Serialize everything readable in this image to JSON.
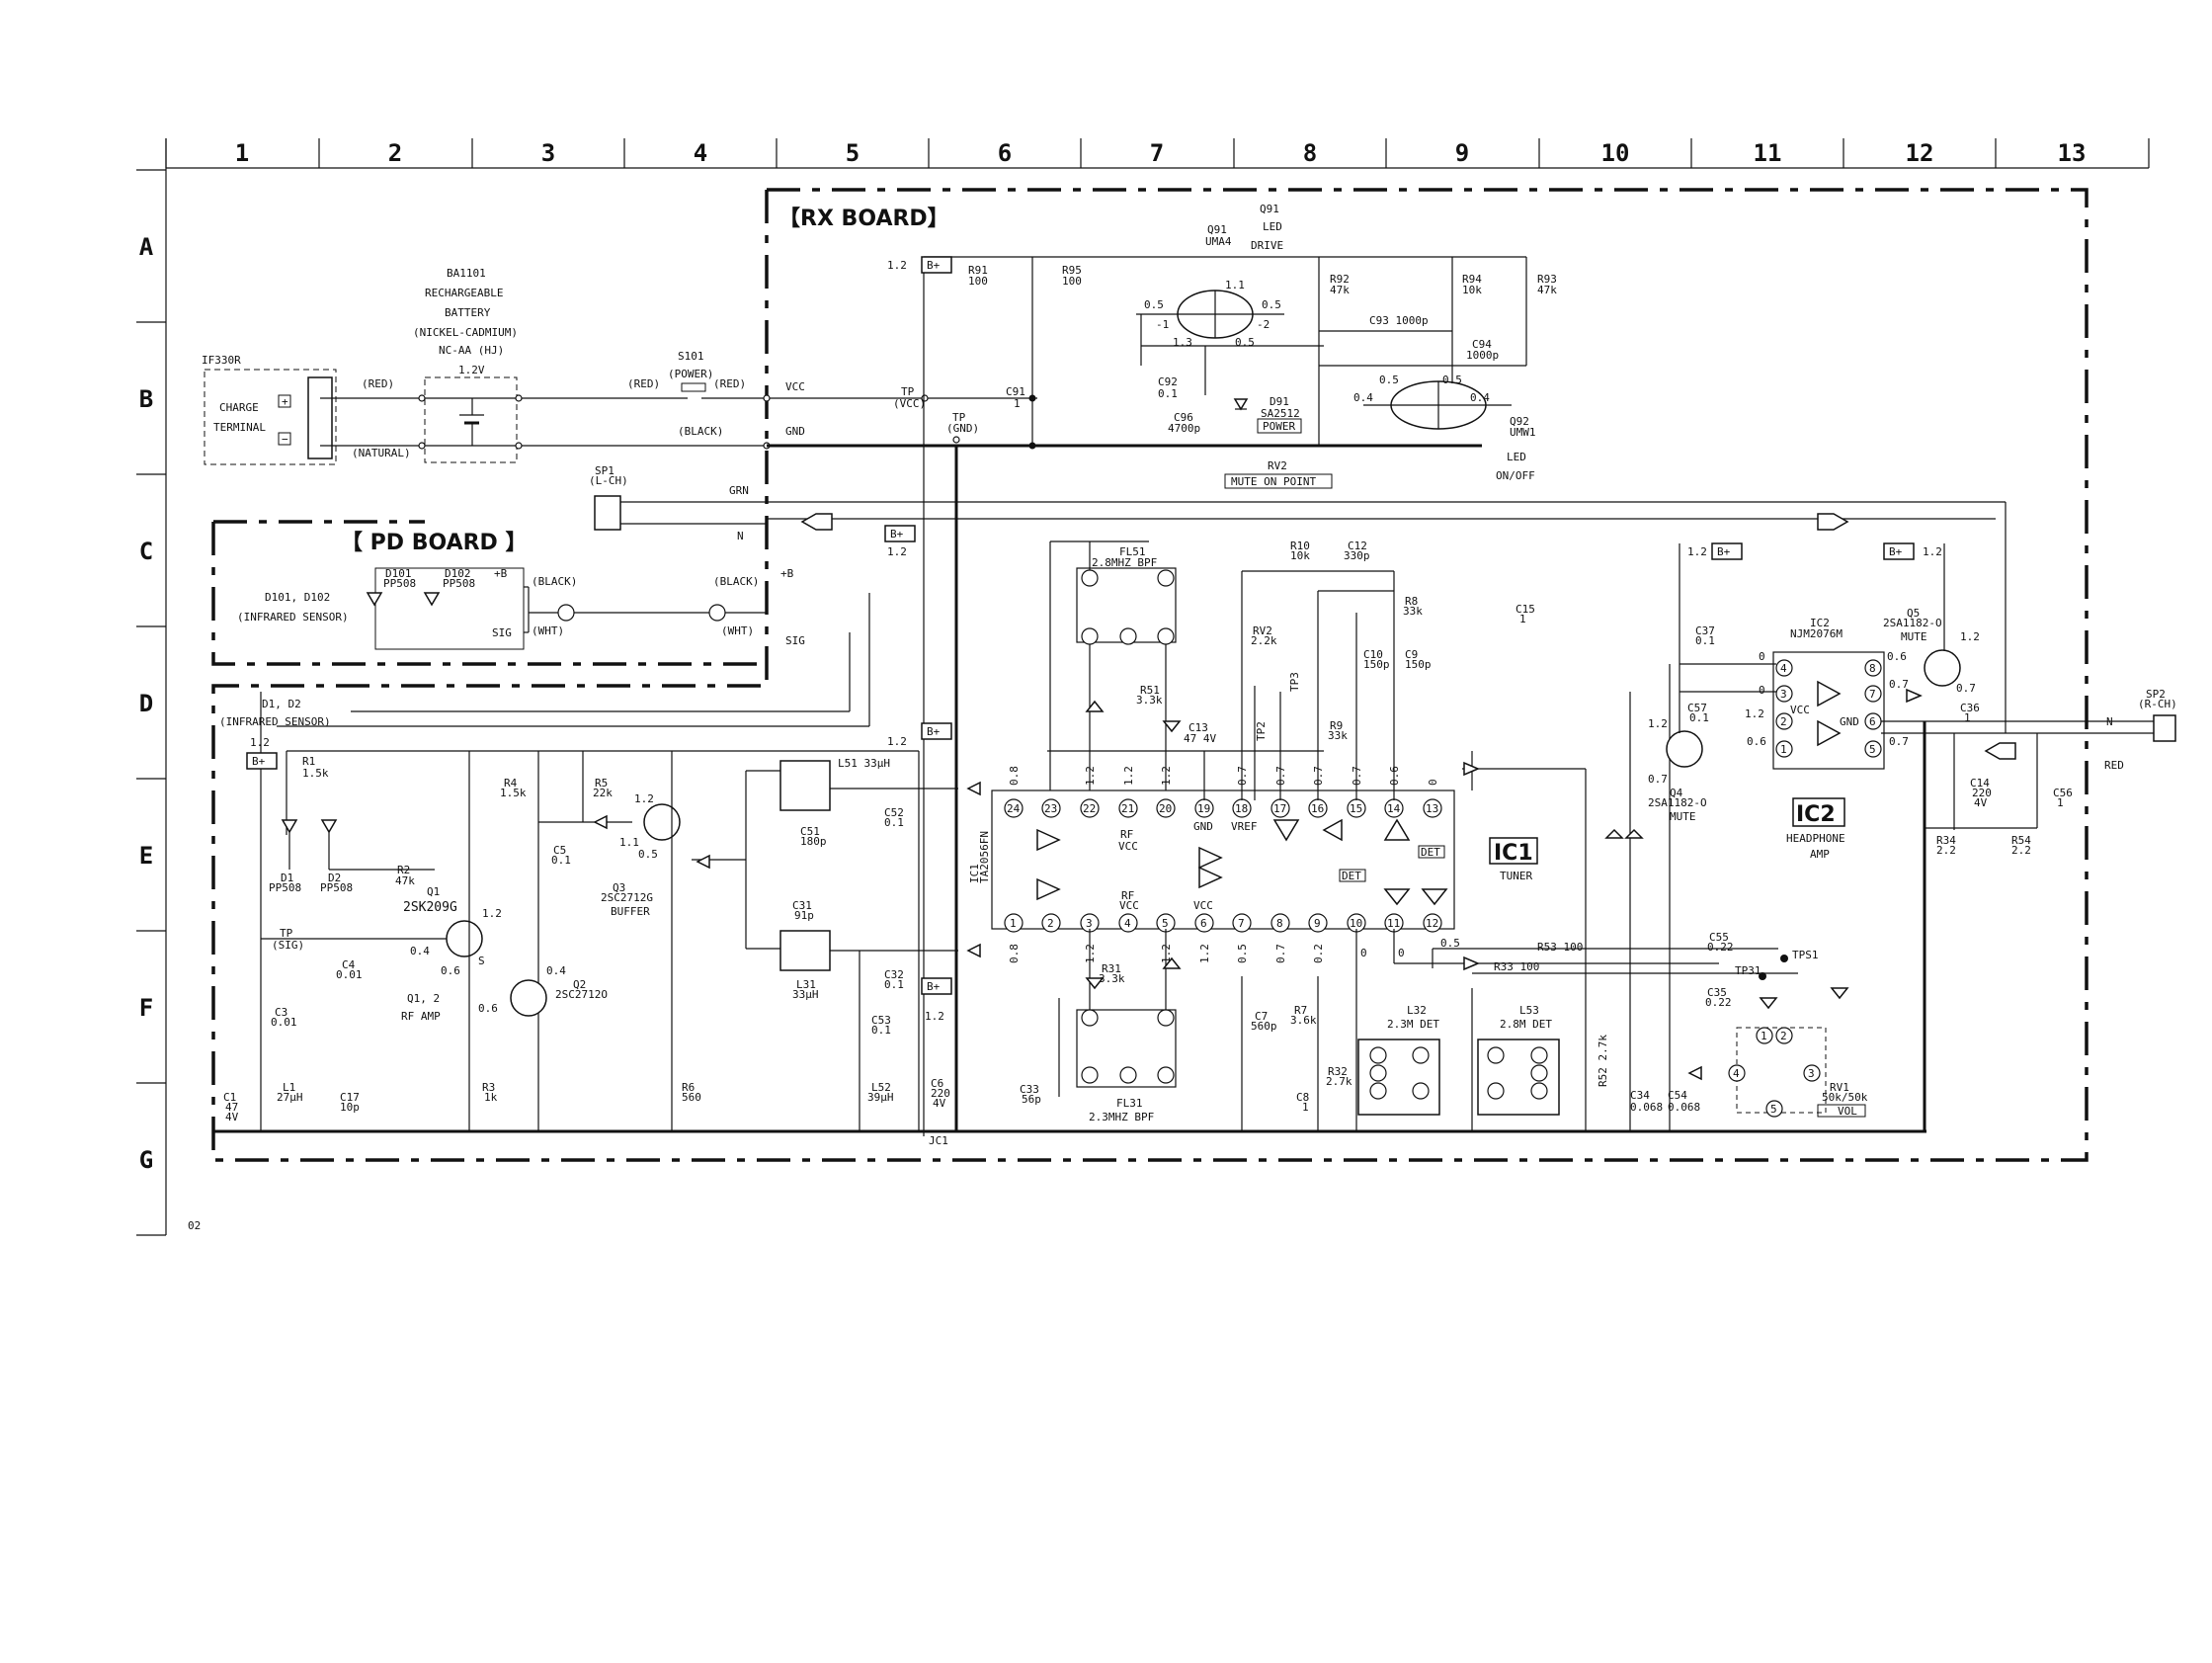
{
  "grid": {
    "columns": [
      "1",
      "2",
      "3",
      "4",
      "5",
      "6",
      "7",
      "8",
      "9",
      "10",
      "11",
      "12",
      "13"
    ],
    "rows": [
      "A",
      "B",
      "C",
      "D",
      "E",
      "F",
      "G"
    ],
    "page_code": "02"
  },
  "boards": {
    "rx_board": "【RX  BOARD】",
    "pd_board": "【 PD BOARD 】"
  },
  "battery": {
    "ref": "BA1101",
    "lines": [
      "RECHARGEABLE",
      "BATTERY",
      "(NICKEL-CADMIUM)",
      "NC-AA (HJ)"
    ],
    "voltage": "1.2V"
  },
  "charge_terminal": {
    "ref": "IF330R",
    "line1": "CHARGE",
    "line2": "TERMINAL",
    "plus": "+",
    "minus": "−"
  },
  "wires": {
    "red": "(RED)",
    "natural": "(NATURAL)",
    "black": "(BLACK)",
    "wht": "(WHT)",
    "vcc": "VCC",
    "gnd": "GND",
    "grn": "GRN",
    "n": "N",
    "plus_b": "+B",
    "sig": "SIG",
    "red_plain": "RED"
  },
  "switch": {
    "ref": "S101",
    "name": "(POWER)"
  },
  "test_points": {
    "tp_vcc": [
      "TP",
      "(VCC)"
    ],
    "tp_gnd": [
      "TP",
      "(GND)"
    ],
    "tp_sig": [
      "TP",
      "(SIG)"
    ],
    "tp2": "TP2",
    "tp3": "TP3",
    "tp31": "TP31",
    "tps1": "TPS1"
  },
  "b_plus": "B+",
  "speaker1": {
    "ref": "SP1",
    "sub": "(L-CH)"
  },
  "speaker2": {
    "ref": "SP2",
    "sub": "(R-CH)"
  },
  "pd_board": {
    "d_ref": "D101, D102",
    "d_desc": "(INFRARED SENSOR)",
    "d101": [
      "D101",
      "PP508"
    ],
    "d102": [
      "D102",
      "PP508"
    ]
  },
  "rx_front": {
    "d_ref": "D1, D2",
    "d_desc": "(INFRARED SENSOR)",
    "d1": [
      "D1",
      "PP508"
    ],
    "d2": [
      "D2",
      "PP508"
    ],
    "q1": [
      "Q1",
      "2SK209G"
    ],
    "q1q2": [
      "Q1, 2",
      "RF AMP"
    ],
    "q2": [
      "Q2",
      "2SC2712O"
    ],
    "q3": [
      "Q3",
      "2SC2712G",
      "BUFFER"
    ],
    "s_label": "S"
  },
  "parts": {
    "r1": [
      "R1",
      "1.5k"
    ],
    "r2": [
      "R2",
      "47k"
    ],
    "r3": [
      "R3",
      "1k"
    ],
    "r4": [
      "R4",
      "1.5k"
    ],
    "r5": [
      "R5",
      "22k"
    ],
    "r6": [
      "R6",
      "560"
    ],
    "c1": [
      "C1",
      "47",
      "4V"
    ],
    "c3": [
      "C3",
      "0.01"
    ],
    "c4": [
      "C4",
      "0.01"
    ],
    "c5": [
      "C5",
      "0.1"
    ],
    "l1": [
      "L1",
      "27µH"
    ],
    "c17": [
      "C17",
      "10p"
    ],
    "l51": "L51 33µH",
    "c51": [
      "C51",
      "180p"
    ],
    "c52": [
      "C52",
      "0.1"
    ],
    "c31": [
      "C31",
      "91p"
    ],
    "l31": [
      "L31",
      "33µH"
    ],
    "c32": [
      "C32",
      "0.1"
    ],
    "c53": [
      "C53",
      "0.1"
    ],
    "l52": [
      "L52",
      "39µH"
    ],
    "c6": [
      "C6",
      "220",
      "4V"
    ],
    "jc1": "JC1",
    "c33": [
      "C33",
      "56p"
    ],
    "r91": [
      "R91",
      "100"
    ],
    "r95": [
      "R95",
      "100"
    ],
    "c91": [
      "C91",
      "1"
    ],
    "r92": [
      "R92",
      "47k"
    ],
    "r94": [
      "R94",
      "10k"
    ],
    "r93": [
      "R93",
      "47k"
    ],
    "c93": "C93 1000p",
    "c94": [
      "C94",
      "1000p"
    ],
    "c92": [
      "C92",
      "0.1"
    ],
    "c96": [
      "C96",
      "4700p"
    ],
    "d91": [
      "D91",
      "SA2512"
    ],
    "power_tag": "POWER",
    "rv2_tag": "MUTE ON POINT",
    "fl51": [
      "FL51",
      "2.8MHZ BPF"
    ],
    "fl31": [
      "FL31",
      "2.3MHZ  BPF"
    ],
    "r51": [
      "R51",
      "3.3k"
    ],
    "r31": [
      "R31",
      "3.3k"
    ],
    "c13": [
      "C13",
      "47 4V"
    ],
    "r10": [
      "R10",
      "10k"
    ],
    "c12": [
      "C12",
      "330p"
    ],
    "rv2": [
      "RV2",
      "2.2k"
    ],
    "r8": [
      "R8",
      "33k"
    ],
    "c10": [
      "C10",
      "150p"
    ],
    "c9": [
      "C9",
      "150p"
    ],
    "r9": [
      "R9",
      "33k"
    ],
    "c15": [
      "C15",
      "1"
    ],
    "c7": [
      "C7",
      "560p"
    ],
    "r7": [
      "R7",
      "3.6k"
    ],
    "c8": [
      "C8",
      "1"
    ],
    "r32": [
      "R32",
      "2.7k"
    ],
    "r52": "R52 2.7k",
    "l32": [
      "L32",
      "2.3M DET"
    ],
    "l53": [
      "L53",
      "2.8M DET"
    ],
    "r53": "R53 100",
    "r33": "R33 100",
    "c55": [
      "C55",
      "0.22"
    ],
    "c35": [
      "C35",
      "0.22"
    ],
    "c34": [
      "C34",
      "0.068"
    ],
    "c54": [
      "C54",
      "0.068"
    ],
    "c37": [
      "C37",
      "0.1"
    ],
    "c57": [
      "C57",
      "0.1"
    ],
    "q4": [
      "Q4",
      "2SA1182-O",
      "MUTE"
    ],
    "q5": [
      "Q5",
      "2SA1182-O",
      "MUTE"
    ],
    "c36": [
      "C36",
      "1"
    ],
    "c14": [
      "C14",
      "220",
      "4V"
    ],
    "c56": [
      "C56",
      "1"
    ],
    "r34": [
      "R34",
      "2.2"
    ],
    "r54": [
      "R54",
      "2.2"
    ],
    "rv1": [
      "RV1",
      "50k/50k"
    ],
    "vol": "VOL"
  },
  "q91": {
    "title": [
      "Q91",
      "LED",
      "DRIVE"
    ],
    "ref": [
      "Q91",
      "UMA4"
    ],
    "v": [
      "1.1",
      "0.5",
      "0.5",
      "-1",
      "-2",
      "1.3",
      "0.5"
    ]
  },
  "q92": {
    "v": [
      "0.5",
      "0.5",
      "0.4",
      "0.4"
    ],
    "ref": [
      "Q92",
      "UMW1"
    ],
    "desc": [
      "LED",
      "ON/OFF"
    ]
  },
  "ic1": {
    "ref": "IC1",
    "name": "TUNER",
    "part": [
      "IC1",
      "TA2056FN"
    ],
    "top_pins": [
      "24",
      "23",
      "22",
      "21",
      "20",
      "19",
      "18",
      "17",
      "16",
      "15",
      "14",
      "13"
    ],
    "bottom_pins": [
      "1",
      "2",
      "3",
      "4",
      "5",
      "6",
      "7",
      "8",
      "9",
      "10",
      "11",
      "12"
    ],
    "top_volts": [
      "0.8",
      "",
      "1.2",
      "1.2",
      "1.2",
      "",
      "0.7",
      "0.7",
      "0.7",
      "0.7",
      "0.6",
      "0"
    ],
    "bottom_volts": [
      "0.8",
      "",
      "1.2",
      "",
      "1.2",
      "1.2",
      "0.5",
      "0.7",
      "0.2",
      "0",
      "0",
      "0.5"
    ],
    "labels": [
      "RF",
      "VCC",
      "GND",
      "VREF",
      "RF",
      "VCC",
      "VCC",
      "DET",
      "DET"
    ]
  },
  "ic2": {
    "ref": "IC2",
    "name": [
      "HEADPHONE",
      "AMP"
    ],
    "part": [
      "IC2",
      "NJM2076M"
    ],
    "pins": [
      "1",
      "2",
      "3",
      "4",
      "5",
      "6",
      "7",
      "8"
    ],
    "gnd": "GND",
    "vcc": "VCC"
  },
  "voltages": {
    "v12": "1.2",
    "v11": "1.1",
    "v05": "0.5",
    "v04": "0.4",
    "v06": "0.6",
    "v0": "0",
    "v07": "0.7"
  }
}
